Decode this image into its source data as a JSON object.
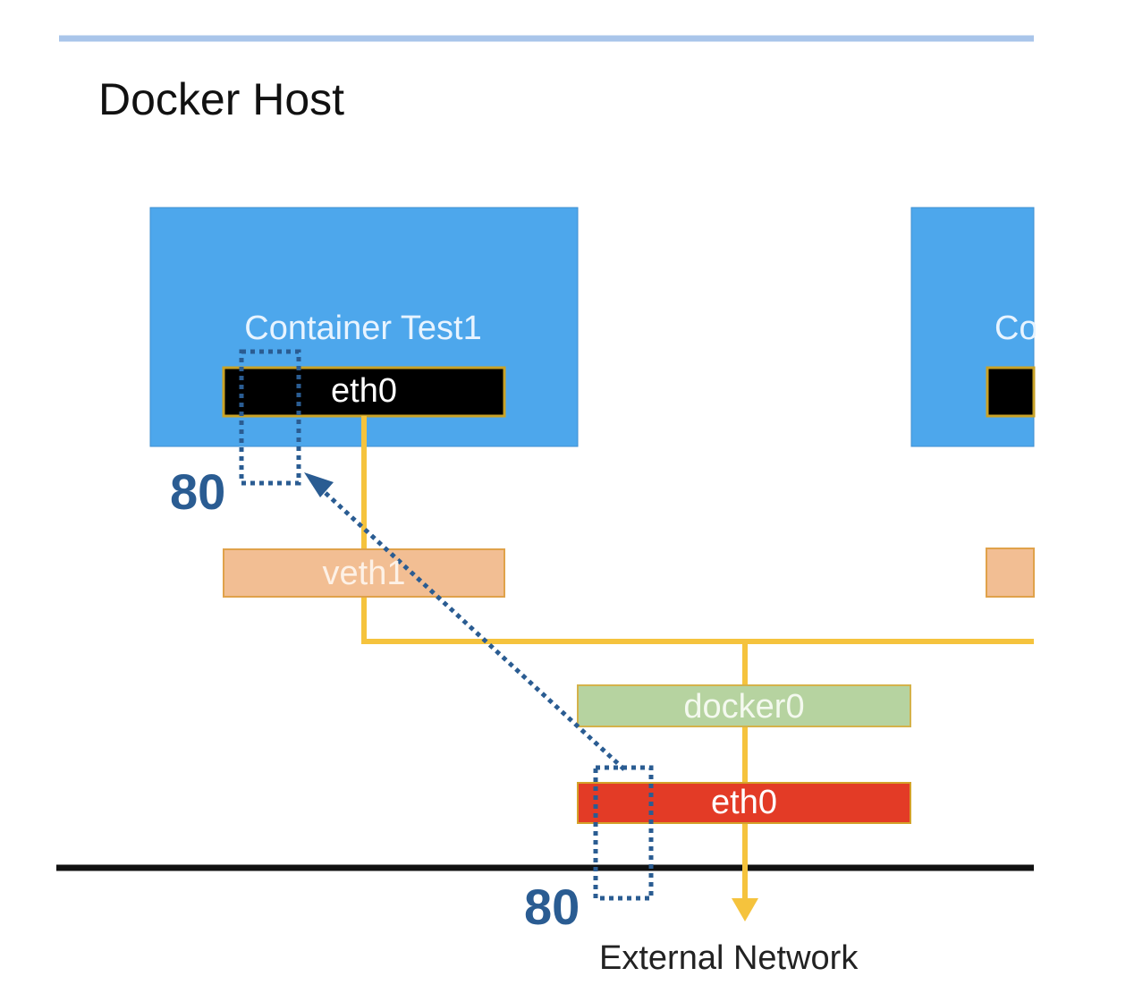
{
  "docker_host": {
    "title": "Docker Host"
  },
  "container_1": {
    "label": "Container Test1",
    "interface": "eth0",
    "veth": "veth1",
    "port": "80"
  },
  "container_2": {
    "label_visible": "Co"
  },
  "bridge": {
    "label": "docker0"
  },
  "host_interface": {
    "label": "eth0",
    "port": "80"
  },
  "external": {
    "label": "External Network"
  },
  "colors": {
    "container": "#4da7ec",
    "interface_bg": "#000000",
    "interface_border": "#c9a227",
    "veth": "#f2be93",
    "bridge": "#b6d3a0",
    "host_eth0": "#e33b26",
    "link": "#f5c33d",
    "port_path": "#2a5c92"
  }
}
